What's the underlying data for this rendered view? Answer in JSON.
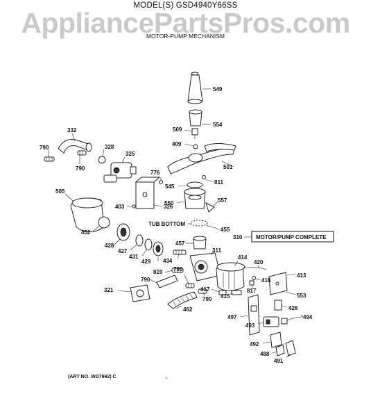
{
  "header": {
    "model": "MODEL(S) GSD4940Y66SS",
    "watermark": "AppliancePartsPros.com",
    "title": "MOTOR-PUMP MECHANISM"
  },
  "assembly_box": {
    "number": "310",
    "label": "MOTOR/PUMP COMPLETE"
  },
  "tub_bottom_label": "TUB BOTTOM",
  "callouts": [
    "549",
    "554",
    "509",
    "409",
    "501",
    "776",
    "545",
    "811",
    "550",
    "557",
    "455",
    "332",
    "790",
    "328",
    "325",
    "790",
    "505",
    "403",
    "326",
    "452",
    "428",
    "427",
    "431",
    "429",
    "457",
    "434",
    "311",
    "414",
    "420",
    "819",
    "790",
    "790",
    "321",
    "418",
    "817",
    "413",
    "415",
    "417",
    "553",
    "790",
    "462",
    "426",
    "497",
    "494",
    "493",
    "492",
    "488",
    "491"
  ],
  "footer": {
    "art_number": "(ART NO. WD7992) C"
  }
}
